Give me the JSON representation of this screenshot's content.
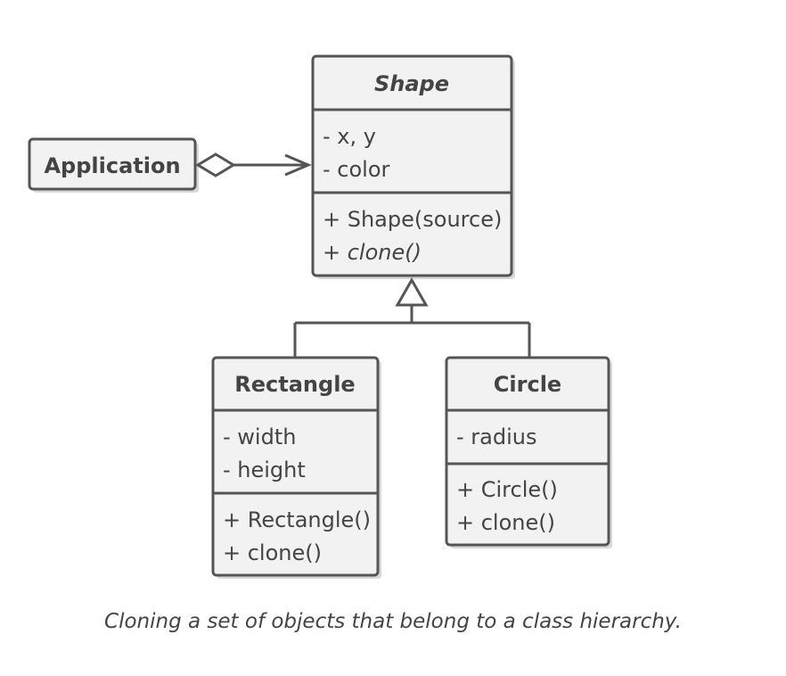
{
  "classes": {
    "application": {
      "name": "Application"
    },
    "shape": {
      "name": "Shape",
      "fields": [
        "- x, y",
        "- color"
      ],
      "methods": [
        "+ Shape(source)",
        "+ clone()"
      ]
    },
    "rectangle": {
      "name": "Rectangle",
      "fields": [
        "- width",
        "- height"
      ],
      "methods": [
        "+ Rectangle()",
        "+ clone()"
      ]
    },
    "circle": {
      "name": "Circle",
      "fields": [
        "- radius"
      ],
      "methods": [
        "+ Circle()",
        "+ clone()"
      ]
    }
  },
  "relations": [
    {
      "from": "Application",
      "to": "Shape",
      "kind": "aggregation"
    },
    {
      "from": "Rectangle",
      "to": "Shape",
      "kind": "inheritance"
    },
    {
      "from": "Circle",
      "to": "Shape",
      "kind": "inheritance"
    }
  ],
  "caption": "Cloning a set of objects that belong to a class hierarchy.",
  "colors": {
    "stroke": "#555555",
    "fill": "#f2f2f2",
    "text": "#444444"
  }
}
